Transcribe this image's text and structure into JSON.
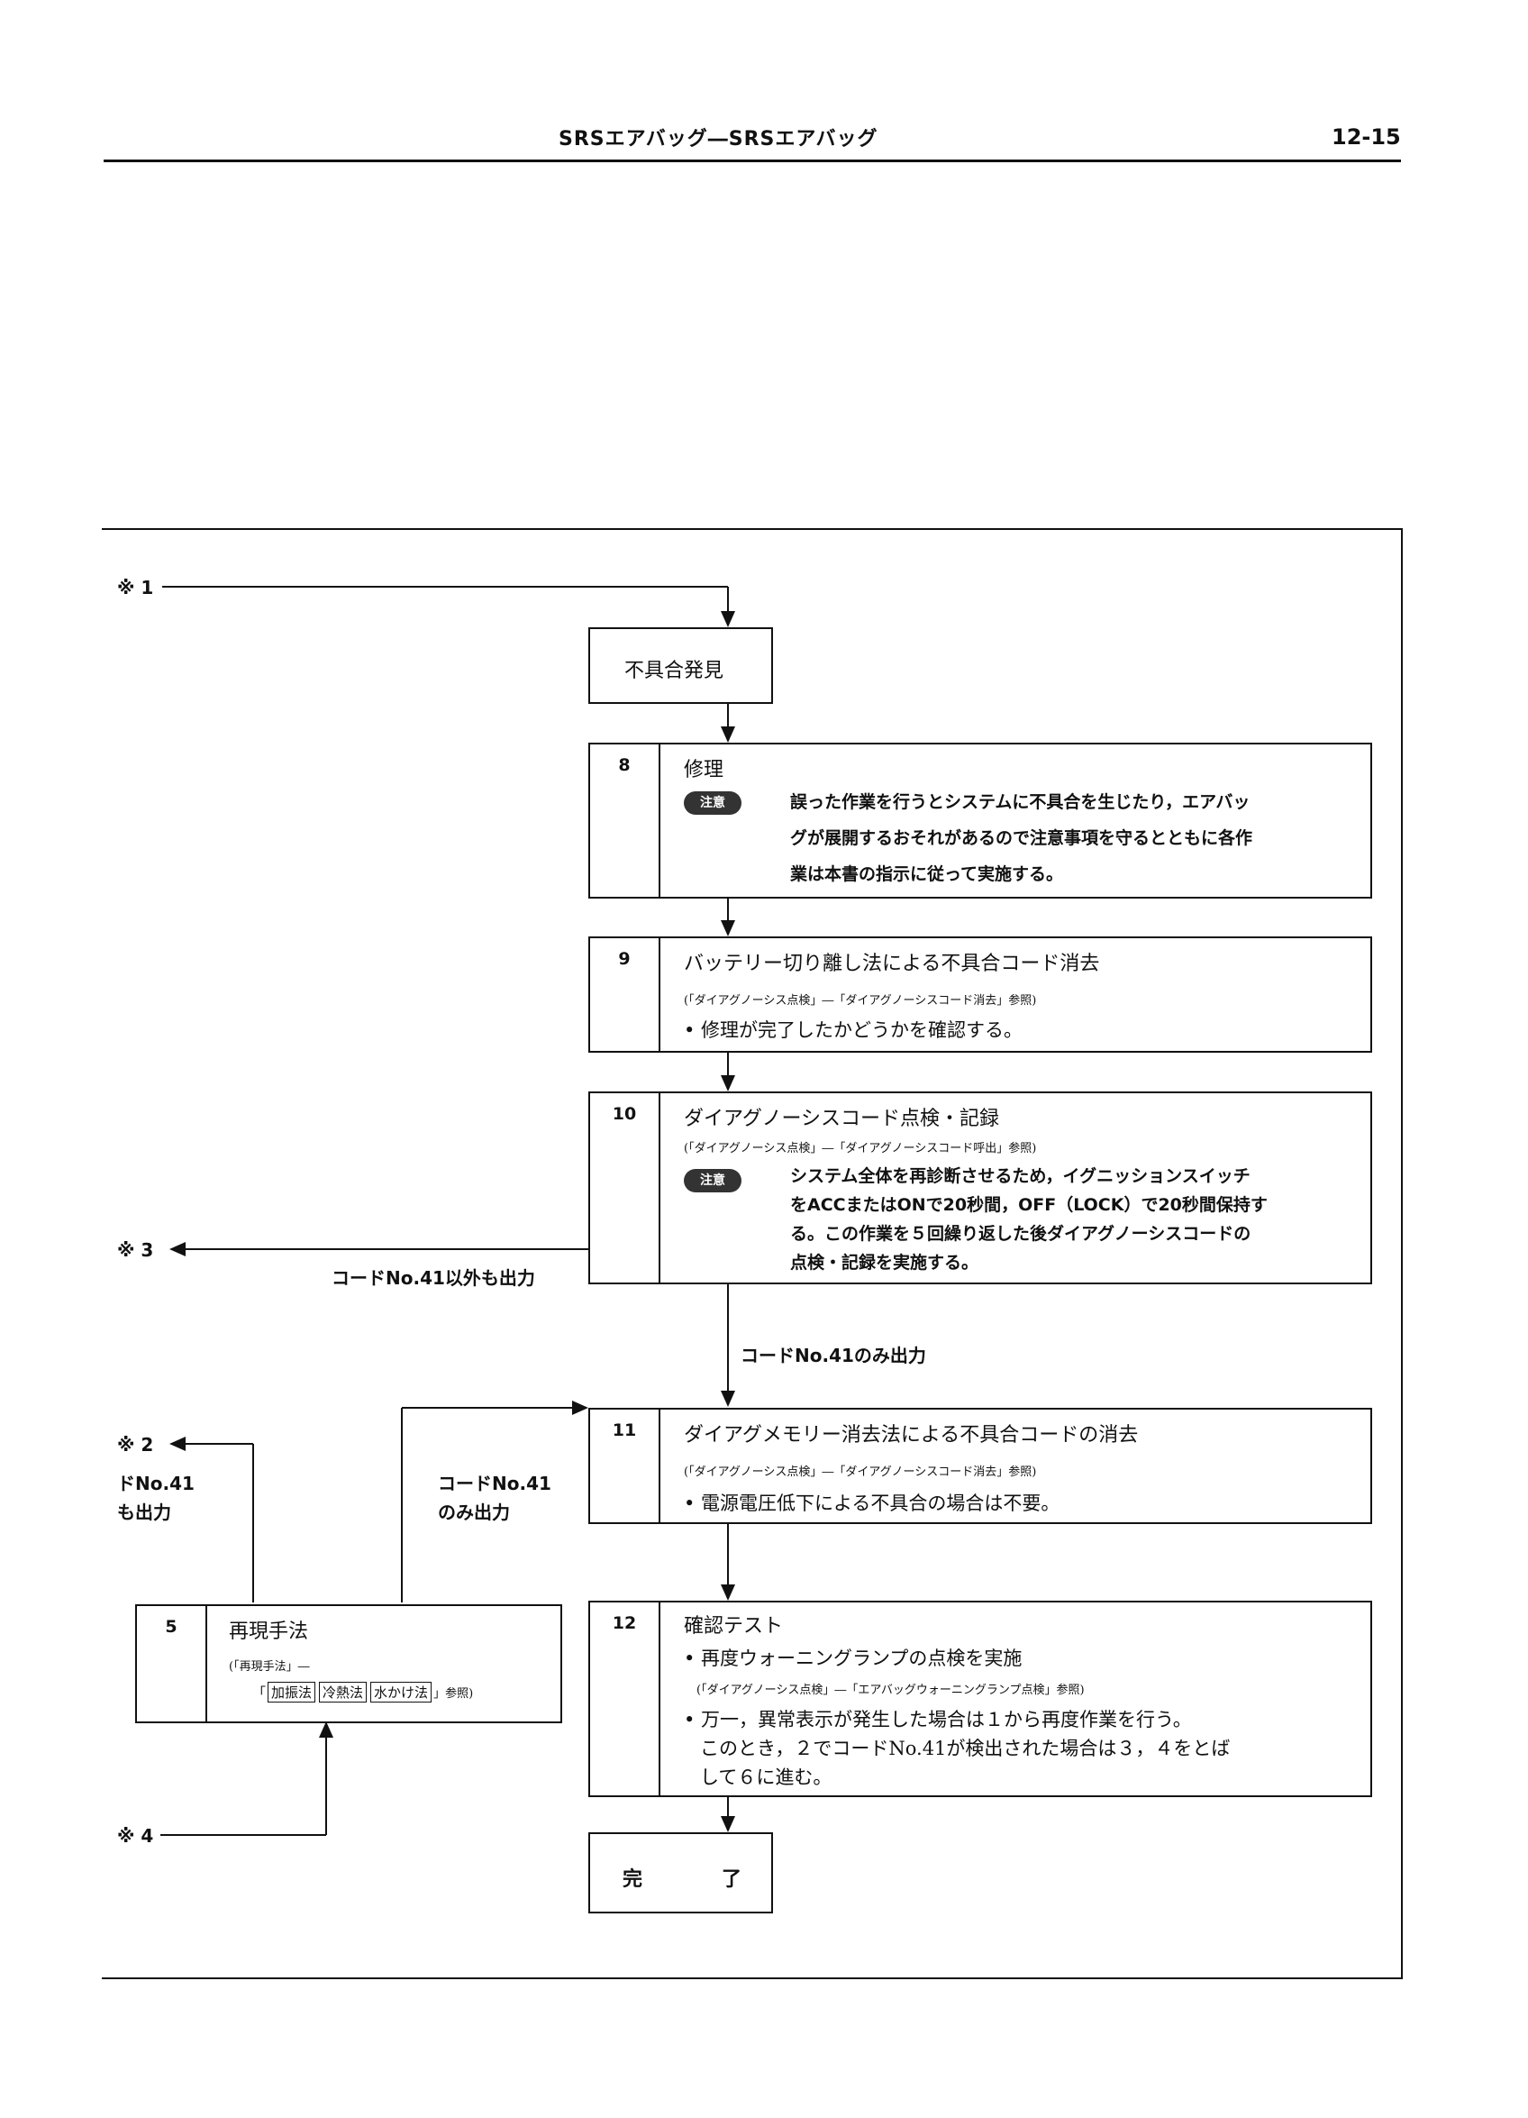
{
  "header": {
    "title": "SRSエアバッグ―SRSエアバッグ",
    "page_number": "12-15"
  },
  "refs": {
    "r1": "※ 1",
    "r2": "※ 2",
    "r3": "※ 3",
    "r4": "※ 4"
  },
  "found": "不具合発見",
  "step8": {
    "num": "8",
    "title": "修理",
    "caution": "注意",
    "note": [
      "誤った作業を行うとシステムに不具合を生じたり，エアバッ",
      "グが展開するおそれがあるので注意事項を守るとともに各作",
      "業は本書の指示に従って実施する。"
    ]
  },
  "step9": {
    "num": "9",
    "title": "バッテリー切り離し法による不具合コード消去",
    "ref": "(「ダイアグノーシス点検」―「ダイアグノーシスコード消去」参照)",
    "bullet": "• 修理が完了したかどうかを確認する。"
  },
  "step10": {
    "num": "10",
    "title": "ダイアグノーシスコード点検・記録",
    "ref": "(「ダイアグノーシス点検」―「ダイアグノーシスコード呼出」参照)",
    "caution": "注意",
    "note": [
      "システム全体を再診断させるため，イグニッションスイッチ",
      "をACCまたはONで20秒間，OFF（LOCK）で20秒間保持す",
      "る。この作業を５回繰り返した後ダイアグノーシスコードの",
      "点検・記録を実施する。"
    ]
  },
  "labels": {
    "other_than_41": "コードNo.41以外も出力",
    "only_41": "コードNo.41のみ出力",
    "left_41_a": "ドNo.41",
    "left_41_b": "も出力",
    "mid_41_a": "コードNo.41",
    "mid_41_b": "のみ出力"
  },
  "step11": {
    "num": "11",
    "title": "ダイアグメモリー消去法による不具合コードの消去",
    "ref": "(「ダイアグノーシス点検」―「ダイアグノーシスコード消去」参照)",
    "bullet": "• 電源電圧低下による不具合の場合は不要。"
  },
  "step5": {
    "num": "5",
    "title": "再現手法",
    "ref": "(「再現手法」―",
    "tags": [
      "加振法",
      "冷熱法",
      "水かけ法"
    ],
    "ref_end": "」参照)",
    "ref_open": "「"
  },
  "step12": {
    "num": "12",
    "title": "確認テスト",
    "bullet1": "• 再度ウォーニングランプの点検を実施",
    "ref": "(「ダイアグノーシス点検」―「エアバッグウォーニングランプ点検」参照)",
    "bullet2": [
      "• 万一，異常表示が発生した場合は１から再度作業を行う。",
      "このとき，２でコードNo.41が検出された場合は３，４をとば",
      "して６に進む。"
    ]
  },
  "complete": {
    "a": "完",
    "b": "了"
  }
}
